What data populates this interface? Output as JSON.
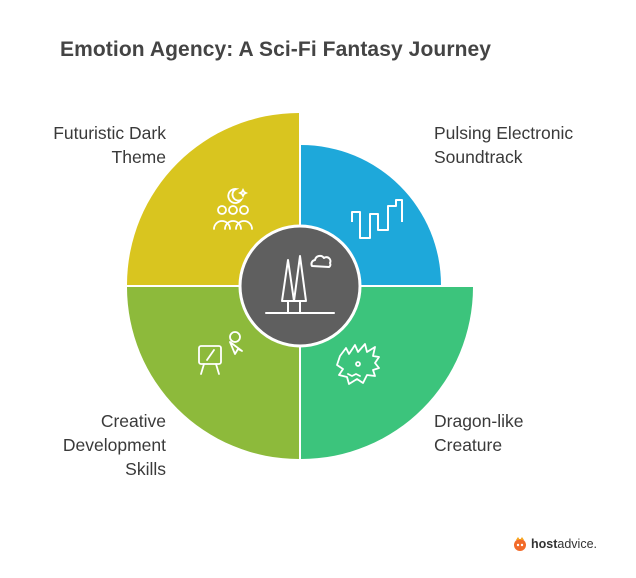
{
  "title": "Emotion Agency: A Sci-Fi Fantasy Journey",
  "quadrants": {
    "top_left": {
      "lines": [
        "Futuristic Dark",
        "Theme"
      ],
      "color": "#D9C51F",
      "icon": "moon-stars-people-icon"
    },
    "top_right": {
      "lines": [
        "Pulsing Electronic",
        "Soundtrack"
      ],
      "color": "#1EA8DA",
      "icon": "sound-wave-icon"
    },
    "bottom_left": {
      "lines": [
        "Creative",
        "Development",
        "Skills"
      ],
      "color": "#8DBA3B",
      "icon": "easel-brain-icon"
    },
    "bottom_right": {
      "lines": [
        "Dragon-like",
        "Creature"
      ],
      "color": "#3CC47C",
      "icon": "dragon-icon"
    }
  },
  "center": {
    "color": "#5F5F5F",
    "icon": "trees-cloud-icon"
  },
  "brand": {
    "bold": "host",
    "rest": "advice."
  }
}
